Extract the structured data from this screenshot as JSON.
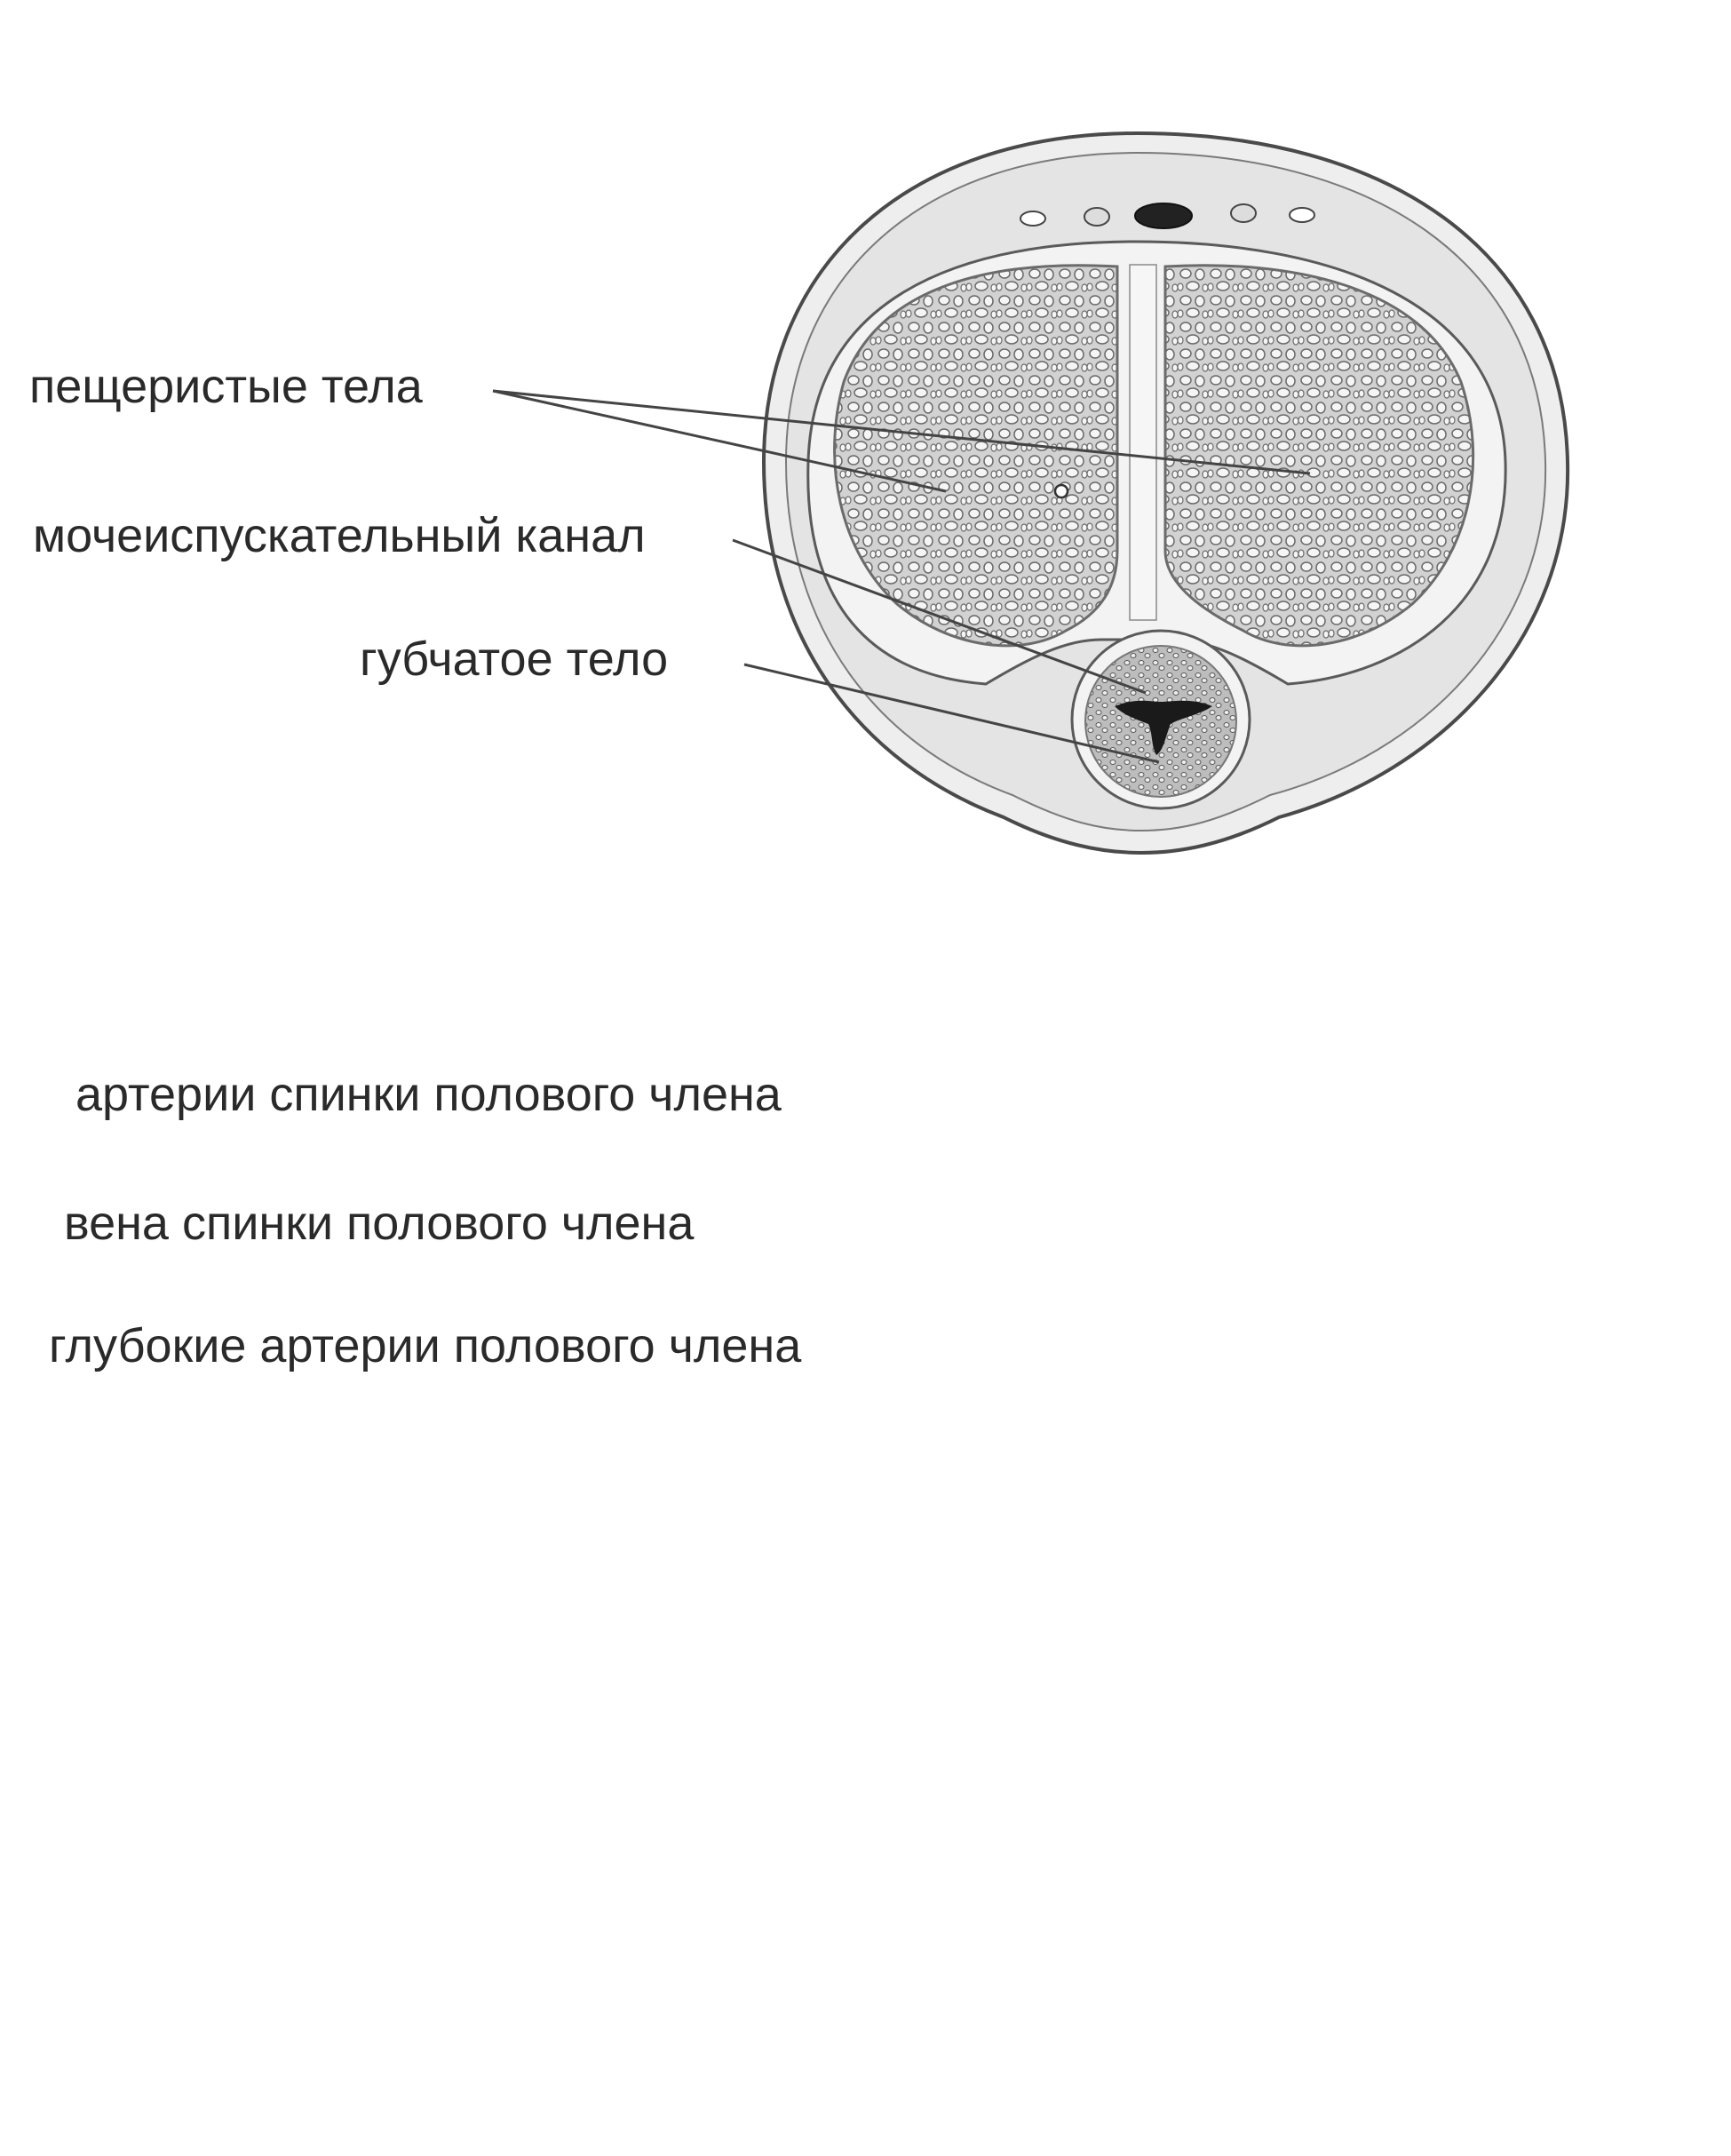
{
  "top_figure": {
    "labels": {
      "cavernous_bodies": "пещеристые тела",
      "urethra": "мочеиспускательный канал",
      "spongy_body": "губчатое тело"
    }
  },
  "bottom_figure": {
    "labels": {
      "dorsal_arteries": "артерии спинки полового члена",
      "dorsal_vein": "вена спинки полового члена",
      "deep_arteries": "глубокие артерии полового члена"
    }
  },
  "colors": {
    "artery": "#d9622b",
    "vein": "#5b8fc4",
    "tissue": "#dcdcdc",
    "tunica": "#e8e8e8",
    "leader_line": "#444444"
  }
}
